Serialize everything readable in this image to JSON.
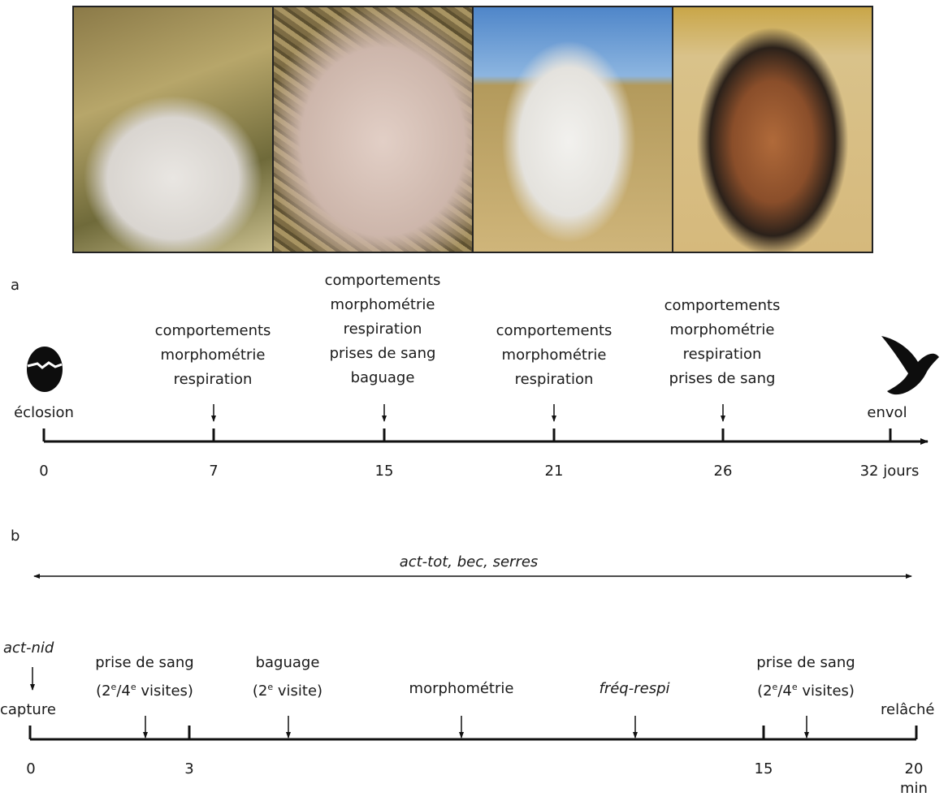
{
  "panel_a": {
    "label": "a",
    "start_label": "éclosion",
    "end_label": "envol",
    "ticks": [
      "0",
      "7",
      "15",
      "21",
      "26",
      "32 jours"
    ],
    "events": [
      {
        "day": "7",
        "lines": [
          "comportements",
          "morphométrie",
          "respiration"
        ]
      },
      {
        "day": "15",
        "lines": [
          "comportements",
          "morphométrie",
          "respiration",
          "prises de sang",
          "baguage"
        ]
      },
      {
        "day": "21",
        "lines": [
          "comportements",
          "morphométrie",
          "respiration"
        ]
      },
      {
        "day": "26",
        "lines": [
          "comportements",
          "morphométrie",
          "respiration",
          "prises de sang"
        ]
      }
    ]
  },
  "panel_b": {
    "label": "b",
    "span_label": "act-tot, bec, serres",
    "act_nid": "act-nid",
    "capture": "capture",
    "relache": "relâché",
    "ticks": [
      "0",
      "3",
      "15",
      "20",
      "min"
    ],
    "steps": {
      "sang1_line1": "prise de sang",
      "sang1_line2_pre": "(2",
      "sang1_sup1": "e",
      "sang1_mid": "/4",
      "sang1_sup2": "e",
      "sang1_post": " visites)",
      "baguage_line1": "baguage",
      "baguage_line2_pre": "(2",
      "baguage_sup": "e",
      "baguage_line2_post": " visite)",
      "morpho": "morphométrie",
      "freq": "fréq-respi",
      "sang2_line1": "prise de sang",
      "sang2_line2_pre": "(2",
      "sang2_sup1": "e",
      "sang2_mid": "/4",
      "sang2_sup2": "e",
      "sang2_post": " visites)"
    }
  },
  "photos": [
    "chick-photo-1",
    "chicks-nest-photo",
    "chick-hand-photo",
    "fledgling-hand-photo"
  ]
}
